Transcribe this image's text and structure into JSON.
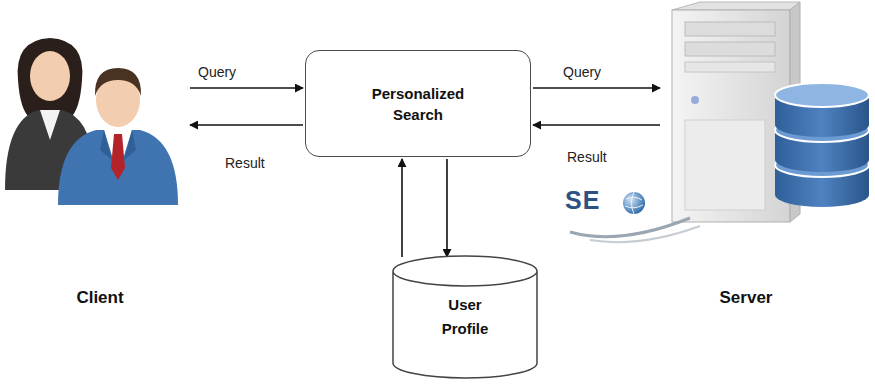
{
  "diagram": {
    "nodes": [
      {
        "text": [
          "Client"
        ]
      },
      {
        "text": [
          "Personalized Search"
        ]
      },
      {
        "text": [
          "User Profile"
        ]
      },
      {
        "text": [
          "Server"
        ]
      }
    ],
    "edges": [
      {
        "from": 0,
        "to": 1,
        "label": "Query",
        "arrow": "to"
      },
      {
        "from": 1,
        "to": 0,
        "label": "Result",
        "arrow": "to"
      },
      {
        "from": 1,
        "to": 3,
        "label": "Query",
        "arrow": "to"
      },
      {
        "from": 3,
        "to": 1,
        "label": "Result",
        "arrow": "to"
      },
      {
        "from": 1,
        "to": 2,
        "arrow": "to"
      },
      {
        "from": 2,
        "to": 1,
        "arrow": "to"
      }
    ],
    "labels": [
      "SE"
    ]
  }
}
